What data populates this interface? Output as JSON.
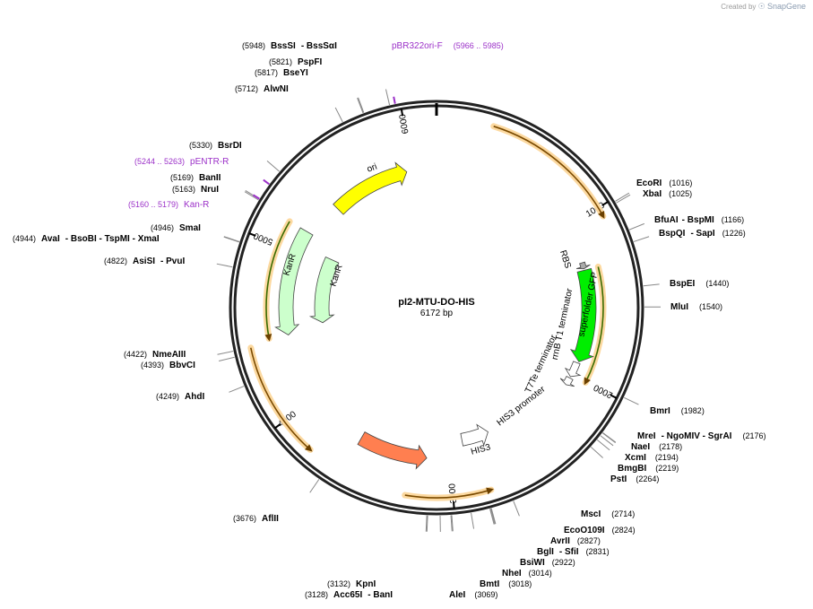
{
  "watermark": {
    "prefix": "Created by",
    "brand": "SnapGene"
  },
  "map": {
    "name": "pI2-MTU-DO-HIS",
    "length_label": "6172 bp",
    "length": 6172
  },
  "ticks": [
    {
      "bp": 1000,
      "label": "1000"
    },
    {
      "bp": 2000,
      "label": "2000"
    },
    {
      "bp": 3000,
      "label": "3000"
    },
    {
      "bp": 4000,
      "label": "4000"
    },
    {
      "bp": 5000,
      "label": "5000"
    },
    {
      "bp": 6000,
      "label": "6000"
    }
  ],
  "features": [
    {
      "name": "ori",
      "start": 5400,
      "end": 5960,
      "dir": 1,
      "color": "#ffff00",
      "label": "ori"
    },
    {
      "name": "KanR",
      "start": 4450,
      "end": 5150,
      "dir": -1,
      "color": "#ccffcc",
      "label": "KanR"
    },
    {
      "name": "superfolder GFP",
      "start": 1300,
      "end": 1900,
      "dir": 1,
      "color": "#00ee00",
      "label": "superfolder GFP"
    },
    {
      "name": "HIS3",
      "start": 3150,
      "end": 3600,
      "dir": -1,
      "color": "#ff7f50",
      "label": "HIS3"
    },
    {
      "name": "rrnB T1 terminator",
      "start": 1910,
      "end": 2010,
      "dir": 1,
      "color": "#ffffff",
      "label": "rrnB T1 terminator"
    },
    {
      "name": "T7Te terminator",
      "start": 2020,
      "end": 2070,
      "dir": 1,
      "color": "#ffffff",
      "label": "T7Te terminator"
    },
    {
      "name": "HIS3 promoter",
      "start": 2700,
      "end": 2900,
      "dir": -1,
      "color": "#ffffff",
      "label": "HIS3 promoter"
    },
    {
      "name": "RBS",
      "start": 1250,
      "end": 1290,
      "dir": 1,
      "color": "#aaaaaa",
      "label": "RBS"
    }
  ],
  "arcs": [
    {
      "start": 300,
      "end": 1050,
      "dir": 1
    },
    {
      "start": 1300,
      "end": 2000,
      "dir": 1
    },
    {
      "start": 2800,
      "end": 3250,
      "dir": -1
    },
    {
      "start": 3800,
      "end": 4420,
      "dir": -1
    },
    {
      "start": 4450,
      "end": 5150,
      "dir": -1
    }
  ],
  "sites": [
    {
      "name": "BssSI",
      "pos": "(5948)",
      "extra": "- BssSαI",
      "bp": 5948
    },
    {
      "name": "PspFI",
      "pos": "(5821)",
      "bp": 5821
    },
    {
      "name": "BseYI",
      "pos": "(5817)",
      "bp": 5817
    },
    {
      "name": "AlwNI",
      "pos": "(5712)",
      "bp": 5712
    },
    {
      "name": "BsrDI",
      "pos": "(5330)",
      "bp": 5330
    },
    {
      "name": "BanII",
      "pos": "(5169)",
      "bp": 5169
    },
    {
      "name": "NruI",
      "pos": "(5163)",
      "bp": 5163
    },
    {
      "name": "SmaI",
      "pos": "(4946)",
      "bp": 4946
    },
    {
      "name": "AvaI",
      "pos": "(4944)",
      "extra": "- BsoBI - TspMI - XmaI",
      "bp": 4944
    },
    {
      "name": "AsiSI",
      "pos": "(4822)",
      "extra": "- PvuI",
      "bp": 4822
    },
    {
      "name": "NmeAIII",
      "pos": "(4422)",
      "bp": 4422
    },
    {
      "name": "BbvCI",
      "pos": "(4393)",
      "bp": 4393
    },
    {
      "name": "AhdI",
      "pos": "(4249)",
      "bp": 4249
    },
    {
      "name": "AflII",
      "pos": "(3676)",
      "bp": 3676
    },
    {
      "name": "EcoRI",
      "pos": "(1016)",
      "bp": 1016
    },
    {
      "name": "XbaI",
      "pos": "(1025)",
      "bp": 1025
    },
    {
      "name": "BfuAI",
      "pos": "(1166)",
      "extra": "- BspMI",
      "bp": 1166
    },
    {
      "name": "BspQI",
      "pos": "(1226)",
      "extra": "- SapI",
      "bp": 1226
    },
    {
      "name": "BspEI",
      "pos": "(1440)",
      "bp": 1440
    },
    {
      "name": "MluI",
      "pos": "(1540)",
      "bp": 1540
    },
    {
      "name": "BmrI",
      "pos": "(1982)",
      "bp": 1982
    },
    {
      "name": "MreI",
      "pos": "(2176)",
      "extra": "- NgoMIV - SgrAI",
      "bp": 2176
    },
    {
      "name": "NaeI",
      "pos": "(2178)",
      "bp": 2178
    },
    {
      "name": "XcmI",
      "pos": "(2194)",
      "bp": 2194
    },
    {
      "name": "BmgBI",
      "pos": "(2219)",
      "bp": 2219
    },
    {
      "name": "PstI",
      "pos": "(2264)",
      "bp": 2264
    },
    {
      "name": "MscI",
      "pos": "(2714)",
      "bp": 2714
    },
    {
      "name": "EcoO109I",
      "pos": "(2824)",
      "bp": 2824
    },
    {
      "name": "AvrII",
      "pos": "(2827)",
      "bp": 2827
    },
    {
      "name": "BglI",
      "pos": "(2831)",
      "extra": "- SfiI",
      "bp": 2831
    },
    {
      "name": "BsiWI",
      "pos": "(2922)",
      "bp": 2922
    },
    {
      "name": "NheI",
      "pos": "(3014)",
      "bp": 3014
    },
    {
      "name": "BmtI",
      "pos": "(3018)",
      "bp": 3018
    },
    {
      "name": "AleI",
      "pos": "(3069)",
      "bp": 3069
    },
    {
      "name": "KpnI",
      "pos": "(3132)",
      "bp": 3132
    },
    {
      "name": "Acc65I",
      "pos": "(3128)",
      "extra": "- BanI",
      "bp": 3128
    }
  ],
  "primers": [
    {
      "name": "pBR322ori-F",
      "range": "(5966 .. 5985)",
      "bp": 5975
    },
    {
      "name": "pENTR-R",
      "range": "(5244 .. 5263)",
      "bp": 5253
    },
    {
      "name": "Kan-R",
      "range": "(5160 .. 5179)",
      "bp": 5170
    }
  ]
}
